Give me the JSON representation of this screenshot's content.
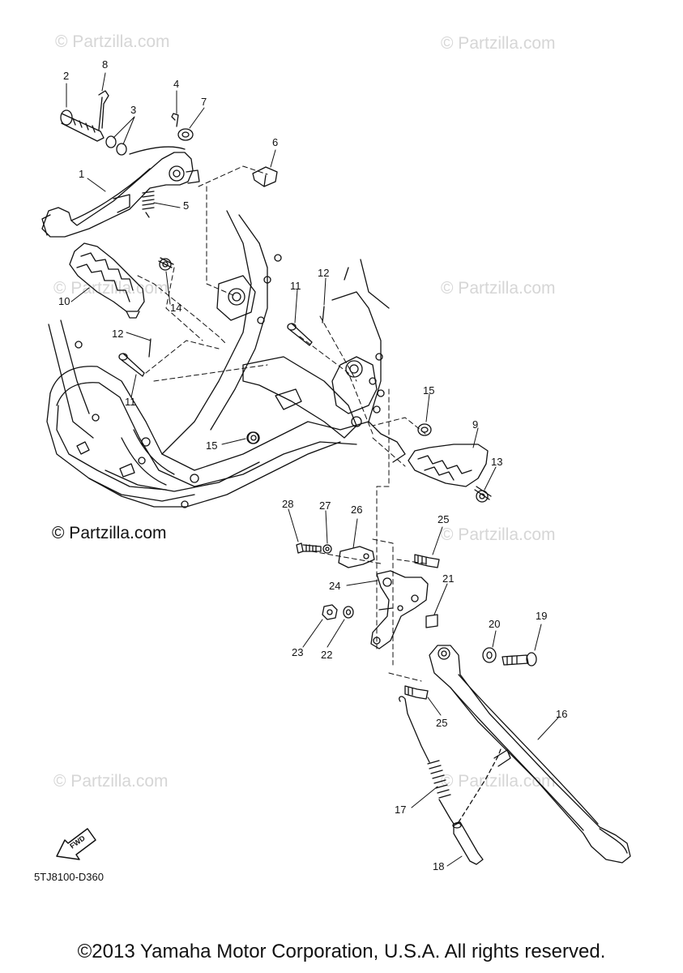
{
  "watermark": "© Partzilla.com",
  "diagram_code": "5TJ8100-D360",
  "fwd_label": "FWD",
  "copyright": "©2013 Yamaha Motor Corporation, U.S.A. All rights reserved.",
  "callouts": {
    "c1": "1",
    "c2": "2",
    "c3": "3",
    "c4": "4",
    "c5": "5",
    "c6": "6",
    "c7": "7",
    "c8": "8",
    "c9": "9",
    "c10": "10",
    "c11a": "11",
    "c11b": "11",
    "c12a": "12",
    "c12b": "12",
    "c13": "13",
    "c14": "14",
    "c15a": "15",
    "c15b": "15",
    "c16": "16",
    "c17": "17",
    "c18": "18",
    "c19": "19",
    "c20": "20",
    "c21": "21",
    "c22": "22",
    "c23": "23",
    "c24": "24",
    "c25a": "25",
    "c25b": "25",
    "c26": "26",
    "c27": "27",
    "c28": "28"
  }
}
